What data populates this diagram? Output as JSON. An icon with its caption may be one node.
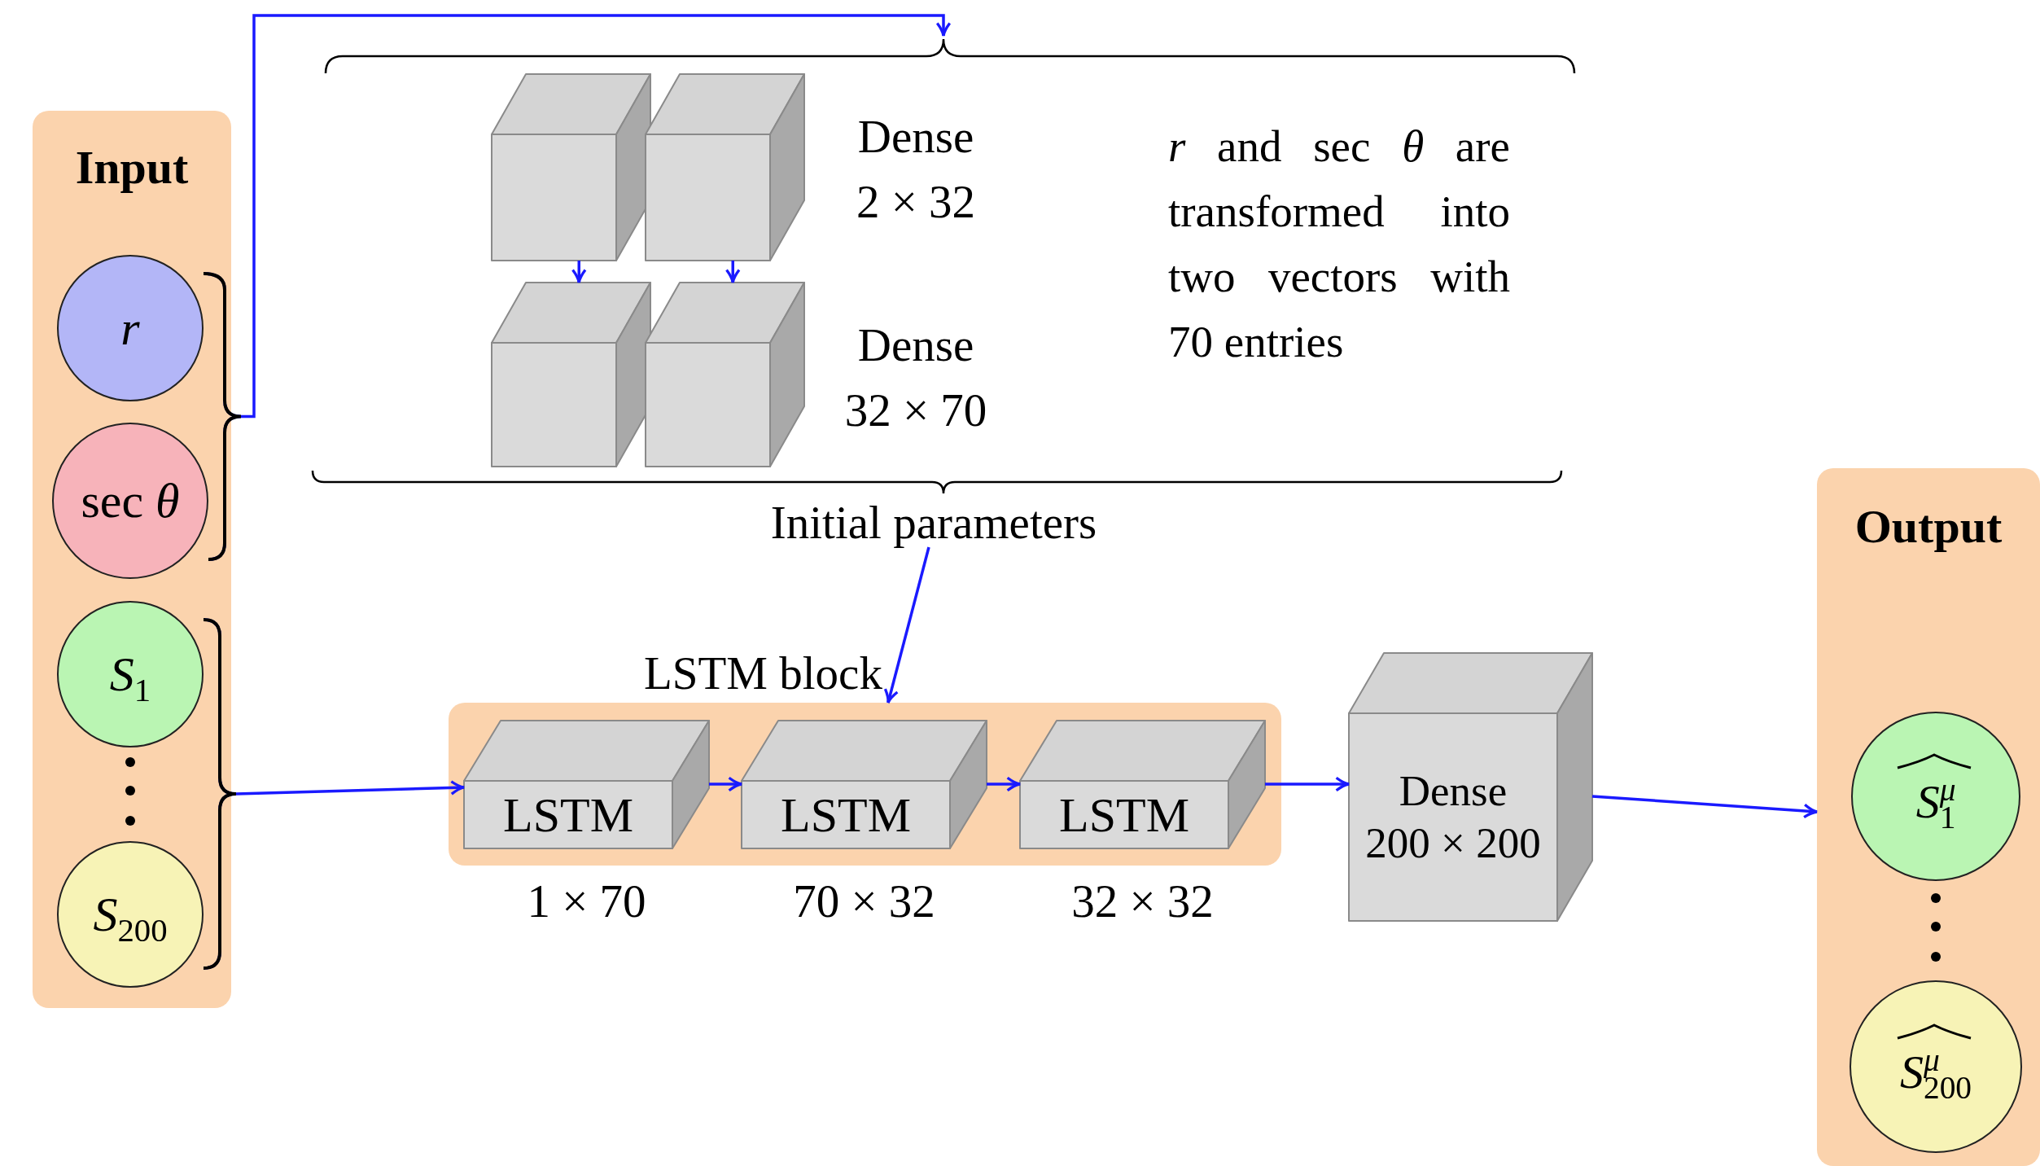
{
  "diagram": {
    "nodes": [
      {
        "text": [
          "Input"
        ]
      },
      {
        "text": [
          "r"
        ],
        "in": 0
      },
      {
        "text": [
          "sec *θ*"
        ],
        "in": 0
      },
      {
        "text": [
          "*S*$_{1}$"
        ],
        "in": 0
      },
      {
        "text": [
          "*S*$_{200}$"
        ],
        "in": 0
      },
      {
        "text": [
          "Initial parameters",
          "*r* and sec *θ* are transformed into two vectors with 70 entries"
        ]
      },
      {
        "text": [],
        "shape": "cube",
        "in": 5
      },
      {
        "text": [],
        "shape": "cube",
        "in": 5,
        "beside": [
          "Dense",
          "2 × 32"
        ]
      },
      {
        "text": [],
        "shape": "cube",
        "in": 5
      },
      {
        "text": [],
        "shape": "cube",
        "in": 5,
        "beside": [
          "Dense",
          "32 × 70"
        ]
      },
      {
        "text": [
          "LSTM block"
        ]
      },
      {
        "text": [
          "LSTM"
        ],
        "in": 10,
        "beside": [
          "1 × 70"
        ]
      },
      {
        "text": [
          "LSTM"
        ],
        "in": 10,
        "beside": [
          "70 × 32"
        ]
      },
      {
        "text": [
          "LSTM"
        ],
        "in": 10,
        "beside": [
          "32 × 32"
        ]
      },
      {
        "text": [
          "Dense",
          "200 × 200"
        ]
      },
      {
        "text": [
          "Output"
        ]
      },
      {
        "text": [
          "*S*$^{μ}$$_{1}$"
        ],
        "in": 15
      },
      {
        "text": [
          "*S*$^{μ}$$_{200}$"
        ],
        "in": 15
      }
    ],
    "edges": [
      {
        "from": 1,
        "to": 5,
        "arrow": "to"
      },
      {
        "from": 2,
        "to": 5,
        "arrow": "to"
      },
      {
        "from": 3,
        "to": 11,
        "arrow": "to"
      },
      {
        "from": 4,
        "to": 11,
        "arrow": "to"
      },
      {
        "from": 6,
        "to": 8,
        "arrow": "to"
      },
      {
        "from": 7,
        "to": 9,
        "arrow": "to"
      },
      {
        "from": 5,
        "to": 10,
        "arrow": "to"
      },
      {
        "from": 11,
        "to": 12,
        "arrow": "to"
      },
      {
        "from": 12,
        "to": 13,
        "arrow": "to"
      },
      {
        "from": 13,
        "to": 14,
        "arrow": "to"
      },
      {
        "from": 14,
        "to": 15,
        "arrow": "to"
      }
    ]
  }
}
